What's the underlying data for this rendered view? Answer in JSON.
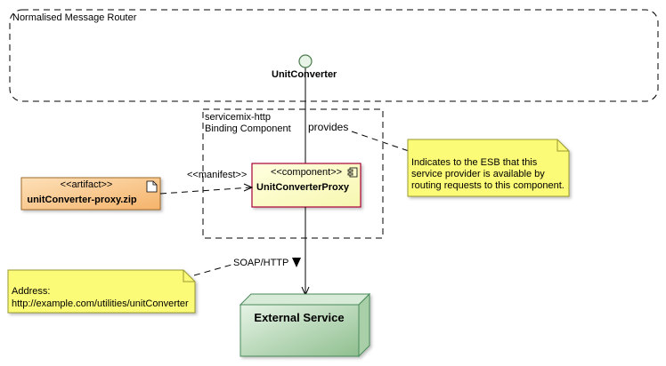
{
  "router": {
    "label": "Normalised Message Router",
    "interface_label": "UnitConverter"
  },
  "binding": {
    "label_line1": "servicemix-http",
    "label_line2": "Binding Component"
  },
  "component": {
    "stereotype": "<<component>>",
    "name": "UnitConverterProxy"
  },
  "artifact": {
    "stereotype": "<<artifact>>",
    "name": "unitConverter-proxy.zip"
  },
  "relations": {
    "manifest": "<<manifest>>",
    "provides": "provides",
    "soap": "SOAP/HTTP"
  },
  "notes": {
    "esb_lines": [
      "Indicates to the ESB that this",
      "service provider is available by",
      "routing requests to this component."
    ],
    "address_lines": [
      "Address:",
      "http://example.com/utilities/unitConverter"
    ]
  },
  "external": {
    "name": "External Service"
  },
  "colors": {
    "artifact_fill_top": "#fde0b8",
    "artifact_fill_bottom": "#f5b36a",
    "component_fill": "#fefece",
    "component_border": "#a80036",
    "note_fill": "#fbfb77",
    "node_fill_top": "#e0efe0",
    "node_fill_bottom": "#8fbf8f",
    "node_border": "#4a8a5a",
    "interface_fill": "#e8f4e8"
  }
}
